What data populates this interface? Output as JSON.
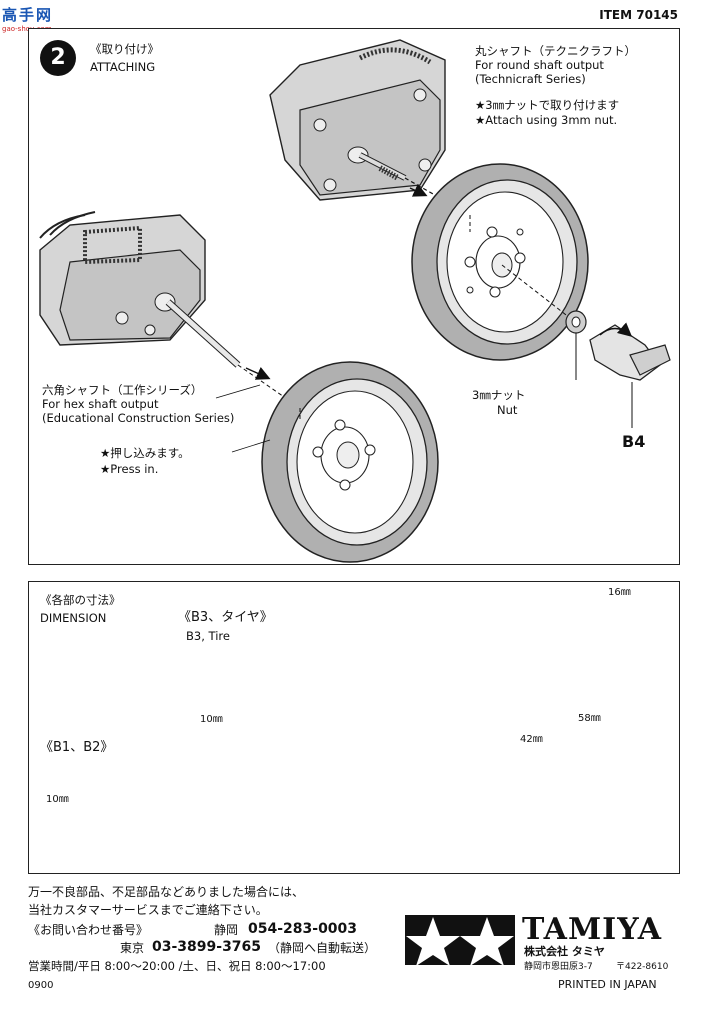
{
  "corner_logo": {
    "hanzi": "高手网",
    "url": "gao-shou.com"
  },
  "item_number": "ITEM 70145",
  "attaching": {
    "step": "2",
    "title_jp": "《取り付け》",
    "title_en": "ATTACHING",
    "round_shaft_jp": "丸シャフト（テクニクラフト）",
    "round_shaft_en1": "For round shaft output",
    "round_shaft_en2": "(Technicraft Series)",
    "note_nut_jp": "★3㎜ナットで取り付けます",
    "note_nut_en": "★Attach using 3mm nut.",
    "hex_shaft_jp": "六角シャフト（工作シリーズ）",
    "hex_shaft_en1": "For hex shaft output",
    "hex_shaft_en2": "(Educational Construction Series)",
    "press_jp": "★押し込みます。",
    "press_en": "★Press in.",
    "nut_jp": "3㎜ナット",
    "nut_en": "Nut",
    "part_label": "B4"
  },
  "dimension": {
    "title_jp": "《各部の寸法》",
    "title_en": "DIMENSION",
    "tire_jp": "《B3、タイヤ》",
    "tire_en": "B3, Tire",
    "hub_label": "《B1、B2》",
    "dim_width": "16㎜",
    "dim_outer": "58㎜",
    "dim_inner": "42㎜",
    "dim_hole_tire": "10㎜",
    "dim_hole_hub": "10㎜"
  },
  "footer": {
    "line1": "万一不良部品、不足部品などありました場合には、",
    "line2": "当社カスタマーサービスまでご連絡下さい。",
    "inquiry_label": "《お問い合わせ番号》",
    "shizuoka_label": "静岡",
    "shizuoka_phone": "054-283-0003",
    "tokyo_label": "東京",
    "tokyo_phone": "03-3899-3765",
    "tokyo_note": "（静岡へ自動転送）",
    "hours": "営業時間/平日 8:00〜20:00 /土、日、祝日 8:00〜17:00",
    "code": "0900",
    "brand": "TAMIYA",
    "company_jp": "株式会社 タミヤ",
    "address": "静岡市恩田原3-7",
    "postal": "〒422-8610",
    "printed": "PRINTED IN JAPAN"
  }
}
